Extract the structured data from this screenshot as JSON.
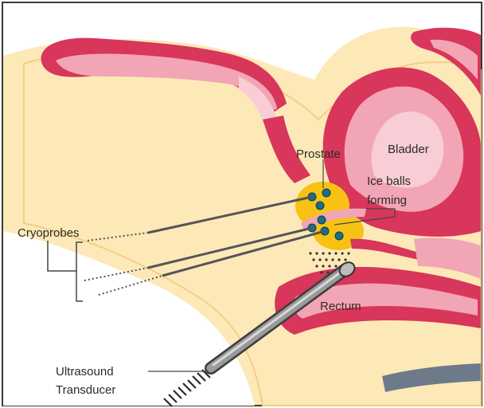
{
  "labels": {
    "prostate": "Prostate",
    "bladder": "Bladder",
    "ice_balls_line1": "Ice balls",
    "ice_balls_line2": "forming",
    "cryoprobes": "Cryoprobes",
    "rectum": "Rectum",
    "ultrasound_line1": "Ultrasound",
    "ultrasound_line2": "Transducer"
  },
  "colors": {
    "skin": "#fde9b8",
    "skin_outline": "#f3cf86",
    "tissue_red": "#d8365a",
    "tissue_pink": "#f2a5b5",
    "tissue_light": "#f8cdd5",
    "prostate_yellow": "#f7c214",
    "ice_ball_blue": "#1a6f86",
    "probe_gray": "#7d7d7d",
    "border": "#3a3a3a"
  }
}
